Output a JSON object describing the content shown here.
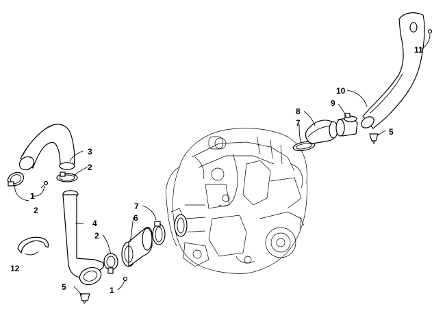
{
  "callouts": {
    "c1a": "1",
    "c1b": "1",
    "c2a": "2",
    "c2b": "2",
    "c2c": "2",
    "c3": "3",
    "c4": "4",
    "c5a": "5",
    "c5b": "5",
    "c6": "6",
    "c7a": "7",
    "c7b": "7",
    "c8": "8",
    "c9": "9",
    "c10": "10",
    "c11": "11",
    "c12": "12"
  }
}
